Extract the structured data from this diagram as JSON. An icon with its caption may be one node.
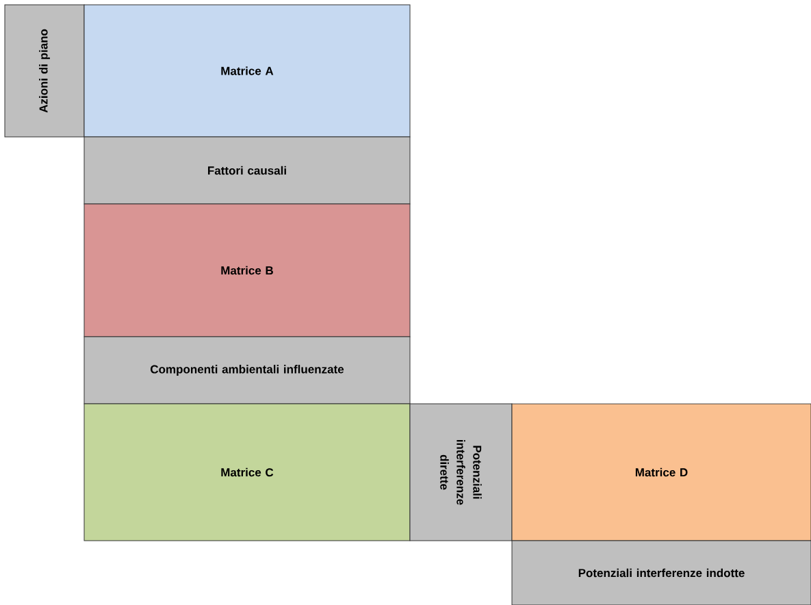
{
  "diagram": {
    "nodes": [
      {
        "text": [
          "Azioni di piano"
        ]
      },
      {
        "text": [
          "Matrice A"
        ]
      },
      {
        "text": [
          "Fattori causali"
        ]
      },
      {
        "text": [
          "Matrice B"
        ]
      },
      {
        "text": [
          "Componenti ambientali influenzate"
        ]
      },
      {
        "text": [
          "Matrice C"
        ]
      },
      {
        "text": [
          "Potenziali interferenze dirette"
        ]
      },
      {
        "text": [
          "Matrice D"
        ]
      },
      {
        "text": [
          "Potenziali interferenze indotte"
        ]
      }
    ]
  }
}
